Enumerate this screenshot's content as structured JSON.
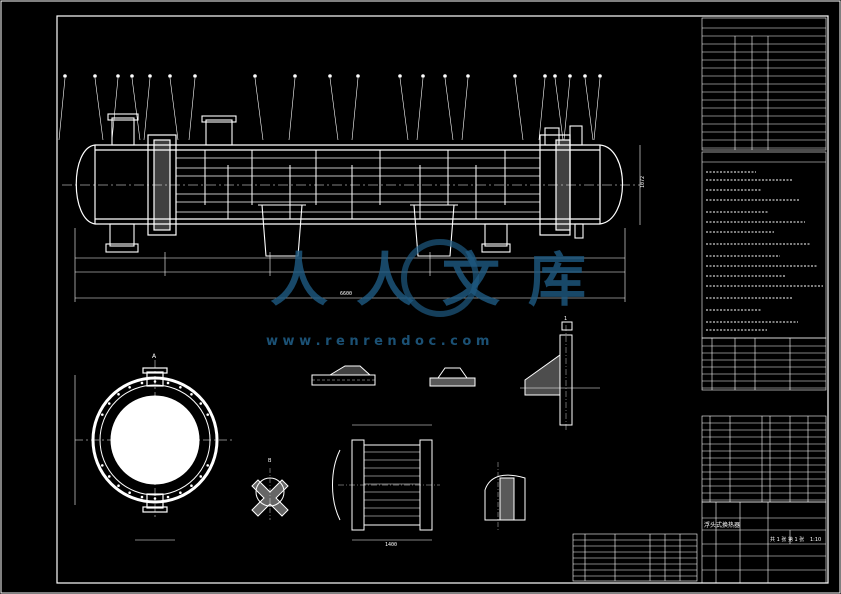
{
  "watermark": {
    "url": "w w w . r e n r e n d o c . c o m",
    "logo_text": "人人文库"
  },
  "colors": {
    "background": "#000000",
    "line": "#ffffff",
    "watermark": "#1e5a82"
  },
  "drawing": {
    "dims": {
      "overall_length": "6600",
      "height_right": "1072",
      "bottom_width": "1400"
    },
    "section_marks": {
      "a": "A",
      "b": "B",
      "one": "1"
    },
    "title_block": {
      "name": "浮头式换热器",
      "scale": "1:10",
      "sheet": "共 1 张 第 1 张"
    }
  }
}
